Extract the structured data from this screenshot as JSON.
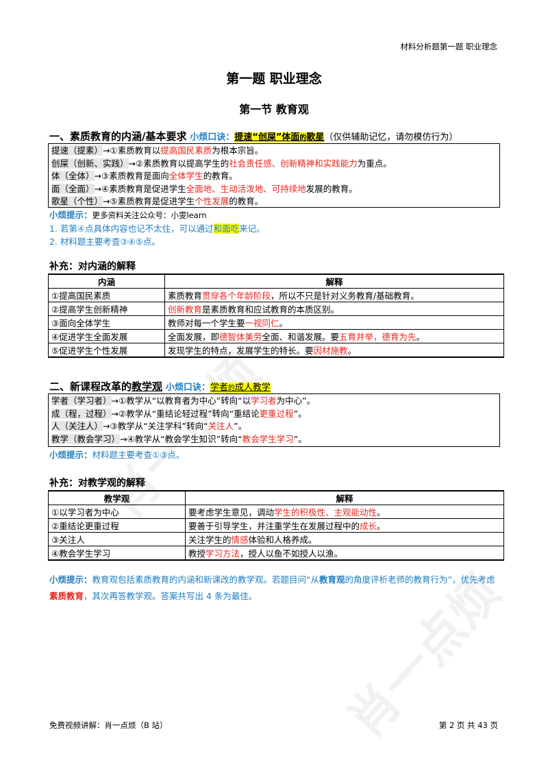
{
  "header": {
    "running": "材料分析题第一题  职业理念"
  },
  "title": "第一题  职业理念",
  "section": "第一节  教育观",
  "part1": {
    "heading": "一、素质教育的内涵/基本要求",
    "kou_label": "小烦口诀：",
    "kou_text_a": "提速“创屎”体面",
    "kou_small": "的",
    "kou_text_b": "歌星",
    "note": "（仅供辅助记忆，请勿模仿行为）",
    "lines": [
      {
        "key": "提速（提素）",
        "arrow": "→①素质教育以",
        "red": "提高国民素质",
        "rest": "为根本宗旨。"
      },
      {
        "key": "创屎（创新、实践）",
        "arrow": "→②素质教育以提高学生的",
        "red": "社会责任感、创新精神和实践能力",
        "rest": "为重点。"
      },
      {
        "key": "体（全体）",
        "arrow": "→③素质教育是面向",
        "red": "全体学生",
        "rest": "的教育。"
      },
      {
        "key": "面（全面）",
        "arrow": "→④素质教育是促进学生",
        "red": "全面地、生动活泼地、可持续地",
        "rest": "发展的教育。"
      },
      {
        "key": "歌星（个性）",
        "arrow": "→⑤素质教育是促进学生",
        "red": "个性发展",
        "rest": "的教育。"
      }
    ],
    "promo_label": "小烦提示：",
    "promo_text": "更多资料关注公众号：小雯learn",
    "tip1_a": "1.  若第④点具体内容也记不太住，可以通过",
    "tip1_hl": "和面吃",
    "tip1_b": "来记。",
    "tip2": "2.  材料题主要考查③④⑤点。"
  },
  "supp1": {
    "title": "补充：对内涵的解释",
    "headers": [
      "内涵",
      "解释"
    ],
    "rows": [
      {
        "c1": "①提高国民素质",
        "a": "素质教育",
        "red": "贯穿各个年龄阶段",
        "b": "，所以不只是针对义务教育/基础教育。",
        "red2": "",
        "c": ""
      },
      {
        "c1": "②提高学生创新精神",
        "a": "",
        "red": "创新教育",
        "b": "是素质教育和应试教育的本质区别。",
        "red2": "",
        "c": ""
      },
      {
        "c1": "③面向全体学生",
        "a": "教师对每一个学生要",
        "red": "一视同仁",
        "b": "。",
        "red2": "",
        "c": ""
      },
      {
        "c1": "④促进学生全面发展",
        "a": "全面发展，即",
        "red": "德智体美劳",
        "b": "全面、和谐发展。要",
        "red2": "五育并举，德育为先",
        "c": "。"
      },
      {
        "c1": "⑤促进学生个性发展",
        "a": "发现学生的特点，发展学生的特长。要",
        "red": "因材施教",
        "b": "。",
        "red2": "",
        "c": ""
      }
    ]
  },
  "part2": {
    "heading_a": "二、新课程改革的",
    "heading_u": "教学观",
    "kou_label": "小烦口诀：",
    "kou_text_a": "学者",
    "kou_small": "的",
    "kou_text_b": "成人教学",
    "lines": [
      {
        "key": "学者（学习者）",
        "arrow": "→①教学从“以教育者为中心”转向“以",
        "red": "学习者",
        "rest": "为中心”。"
      },
      {
        "key": "成（程，过程）",
        "arrow": "→②教学从“重结论轻过程”转向“重结论",
        "red": "更重过程",
        "rest": "”。"
      },
      {
        "key": "人（关注人）",
        "arrow": "→③教学从“关注学科”转向“",
        "red": "关注人",
        "rest": "”。"
      },
      {
        "key": "教学（教会学习）",
        "arrow": "→④教学从“教会学生知识”转向“",
        "red": "教会学生学习",
        "rest": "”。"
      }
    ],
    "tip_label": "小烦提示：",
    "tip_text": "材料题主要考查①③点。"
  },
  "supp2": {
    "title": "补充：对教学观的解释",
    "headers": [
      "教学观",
      "解释"
    ],
    "rows": [
      {
        "c1": "①以学习者为中心",
        "a": "要考虑学生意见，调动",
        "red": "学生的积极性、主观能动性",
        "b": "。"
      },
      {
        "c1": "②重结论更重过程",
        "a": "要善于引导学生，并注重学生在发展过程中的",
        "red": "成长",
        "b": "。"
      },
      {
        "c1": "③关注人",
        "a": "关注学生的",
        "red": "情感",
        "b": "体验和人格养成。"
      },
      {
        "c1": "④教会学生学习",
        "a": "教授",
        "red": "学习方法",
        "b": "，授人以鱼不如授人以渔。"
      }
    ]
  },
  "final_tip": {
    "label": "小烦提示：",
    "a": "教育观包括素质教育的内涵和新课改的教学观。若题目问“从",
    "bold1": "教育观",
    "b": "的角度评析老师的教育行为”，优先考虑",
    "bold2": "素质教育",
    "c": "，其次再答教学观。答案共写出 4 条为最佳。"
  },
  "footer": {
    "left": "免费视频讲解：肖一点烦（B 站）",
    "right": "第 2 页 共 43 页"
  },
  "watermark": [
    "肖一点烦",
    "肖一点烦"
  ],
  "colors": {
    "red": "#e8261f",
    "blue": "#1f7ec4",
    "highlight": "#ffff00"
  }
}
